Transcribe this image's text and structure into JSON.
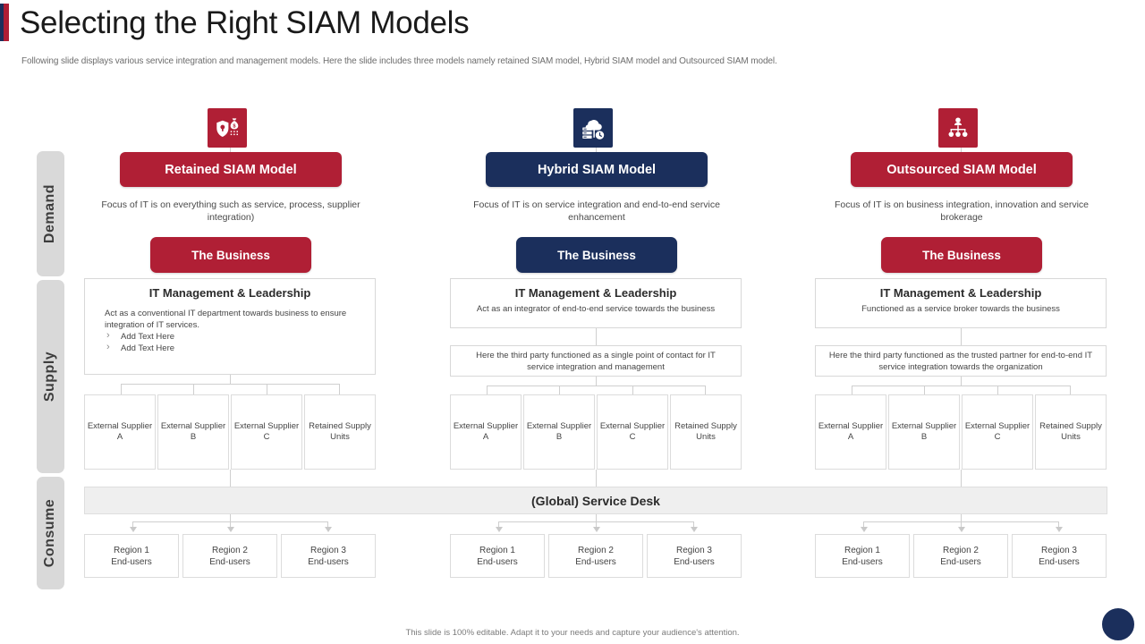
{
  "header": {
    "title": "Selecting the Right SIAM Models",
    "subtitle": "Following slide displays various service integration and management models. Here the slide includes three models namely retained SIAM  model, Hybrid SIAM  model and Outsourced SIAM  model."
  },
  "rail": {
    "demand": "Demand",
    "supply": "Supply",
    "consume": "Consume"
  },
  "colors": {
    "red": "#b01f35",
    "navy": "#1b2f5c",
    "rail_gray": "#d9d9d9",
    "service_desk_gray": "#efefef"
  },
  "columns": [
    {
      "icon": "shield-lock-money-icon",
      "accent": "red",
      "model_title": "Retained SIAM Model",
      "focus": "Focus of IT is on everything such as service, process, supplier integration)",
      "business": "The Business",
      "itm_title": "IT Management & Leadership",
      "itm_body": "Act as a conventional IT  department towards business to ensure integration of IT  services.",
      "itm_bullets": [
        "Add Text Here",
        "Add Text Here"
      ],
      "third_party": "",
      "suppliers": [
        "External Supplier A",
        "External Supplier B",
        "External Supplier C",
        "Retained Supply Units"
      ],
      "regions": [
        "Region 1 End-users",
        "Region 2 End-users",
        "Region 3 End-users"
      ]
    },
    {
      "icon": "cloud-server-icon",
      "accent": "navy",
      "model_title": "Hybrid SIAM Model",
      "focus": "Focus of IT is on service integration and end-to-end service enhancement",
      "business": "The Business",
      "itm_title": "IT Management & Leadership",
      "itm_body": "Act as an integrator of end-to-end service towards the business",
      "itm_bullets": [],
      "third_party": "Here the third party functioned as a single point of contact for IT  service integration and management",
      "suppliers": [
        "External Supplier A",
        "External Supplier B",
        "External Supplier C",
        "Retained Supply Units"
      ],
      "regions": [
        "Region 1 End-users",
        "Region 2 End-users",
        "Region 3 End-users"
      ]
    },
    {
      "icon": "org-hierarchy-icon",
      "accent": "red",
      "model_title": "Outsourced SIAM Model",
      "focus": "Focus of IT is on business integration, innovation and service brokerage",
      "business": "The Business",
      "itm_title": "IT Management & Leadership",
      "itm_body": "Functioned as a service broker towards the business",
      "itm_bullets": [],
      "third_party": "Here the third party functioned as the trusted partner for end-to-end IT  service integration towards the organization",
      "suppliers": [
        "External Supplier A",
        "External Supplier B",
        "External Supplier C",
        "Retained Supply Units"
      ],
      "regions": [
        "Region 1 End-users",
        "Region 2 End-users",
        "Region 3 End-users"
      ]
    }
  ],
  "service_desk": "(Global)  Service Desk",
  "footer": "This slide is 100% editable.  Adapt it to your needs and capture your audience's attention."
}
